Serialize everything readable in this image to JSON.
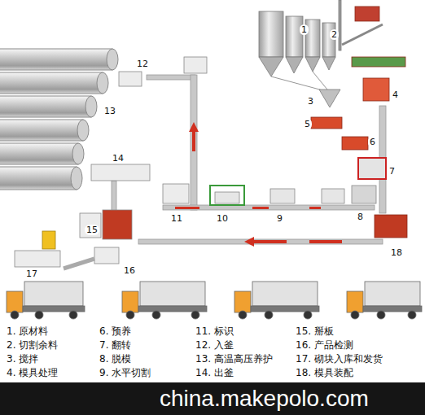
{
  "diagram": {
    "labels": [
      "1",
      "2",
      "3",
      "4",
      "5",
      "6",
      "7",
      "8",
      "9",
      "10",
      "11",
      "12",
      "13",
      "14",
      "15",
      "16",
      "17",
      "18",
      "1. 原材料",
      "2. 切割余料",
      "3. 搅拌",
      "4. 模具处理",
      "6. 预养",
      "7. 翻转",
      "8. 脱模",
      "9. 水平切割",
      "11. 标识",
      "12. 入釜",
      "13. 高温高压养护",
      "14. 出釜",
      "15. 掰板",
      "16. 产品检测",
      "17. 砌块入库和发货",
      "18. 模具装配",
      "china.makepolo.com"
    ]
  }
}
